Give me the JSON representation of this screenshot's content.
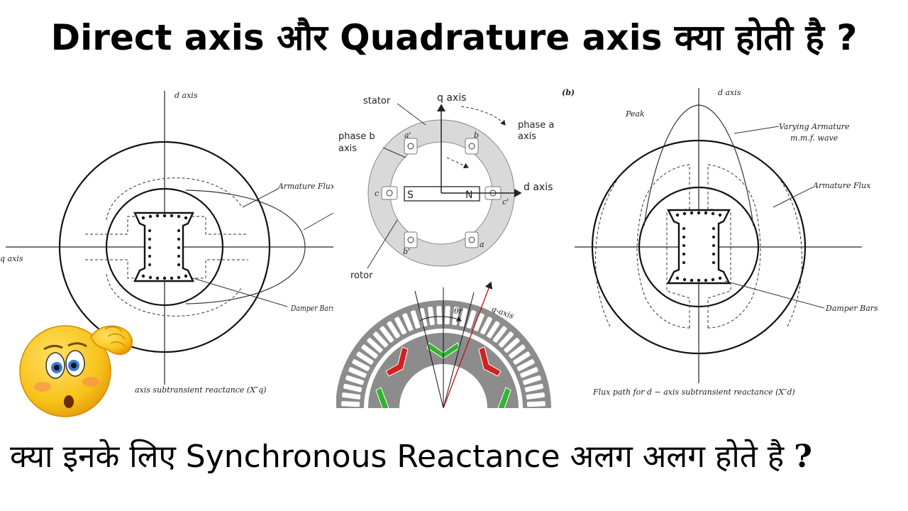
{
  "title": "Direct axis और Quadrature axis क्या होती है ?",
  "subtitle": "क्या इनके लिए Synchronous Reactance अलग अलग होते है",
  "subtitle_mark": "?",
  "left_figure": {
    "d_axis": "d axis",
    "q_axis": "q axis",
    "armature_flux": "Armature Flux",
    "damper_bars": "Damper Bars",
    "caption": "axis subtransient reactance (X″q)"
  },
  "center_figure": {
    "stator": "stator",
    "q_axis": "q axis",
    "phase_a_axis_1": "phase a",
    "phase_a_axis_2": "axis",
    "phase_b_axis_1": "phase b",
    "phase_b_axis_2": "axis",
    "d_axis": "d axis",
    "rotor": "rotor",
    "pole_s": "S",
    "pole_n": "N",
    "slot_a1": "a'",
    "slot_b": "b",
    "slot_c": "c",
    "slot_c1": "c'",
    "slot_b1": "b'",
    "slot_a": "a",
    "q_axis_lower": "q-axis",
    "theta": "θr"
  },
  "right_figure": {
    "panel_tag": "(b)",
    "d_axis": "d axis",
    "peak": "Peak",
    "varying_1": "Varying Armature",
    "varying_2": "m.m.f. wave",
    "armature_flux": "Armature Flux",
    "damper_bars": "Damper Bars",
    "caption": "Flux path for d − axis subtransient reactance (X″d)"
  },
  "colors": {
    "stator_gray": "#d9d9d9",
    "machine_gray": "#8c8c8c",
    "red_coil": "#d32020",
    "green_coil": "#2fb52f",
    "emoji_yellow": "#f7c21a"
  }
}
